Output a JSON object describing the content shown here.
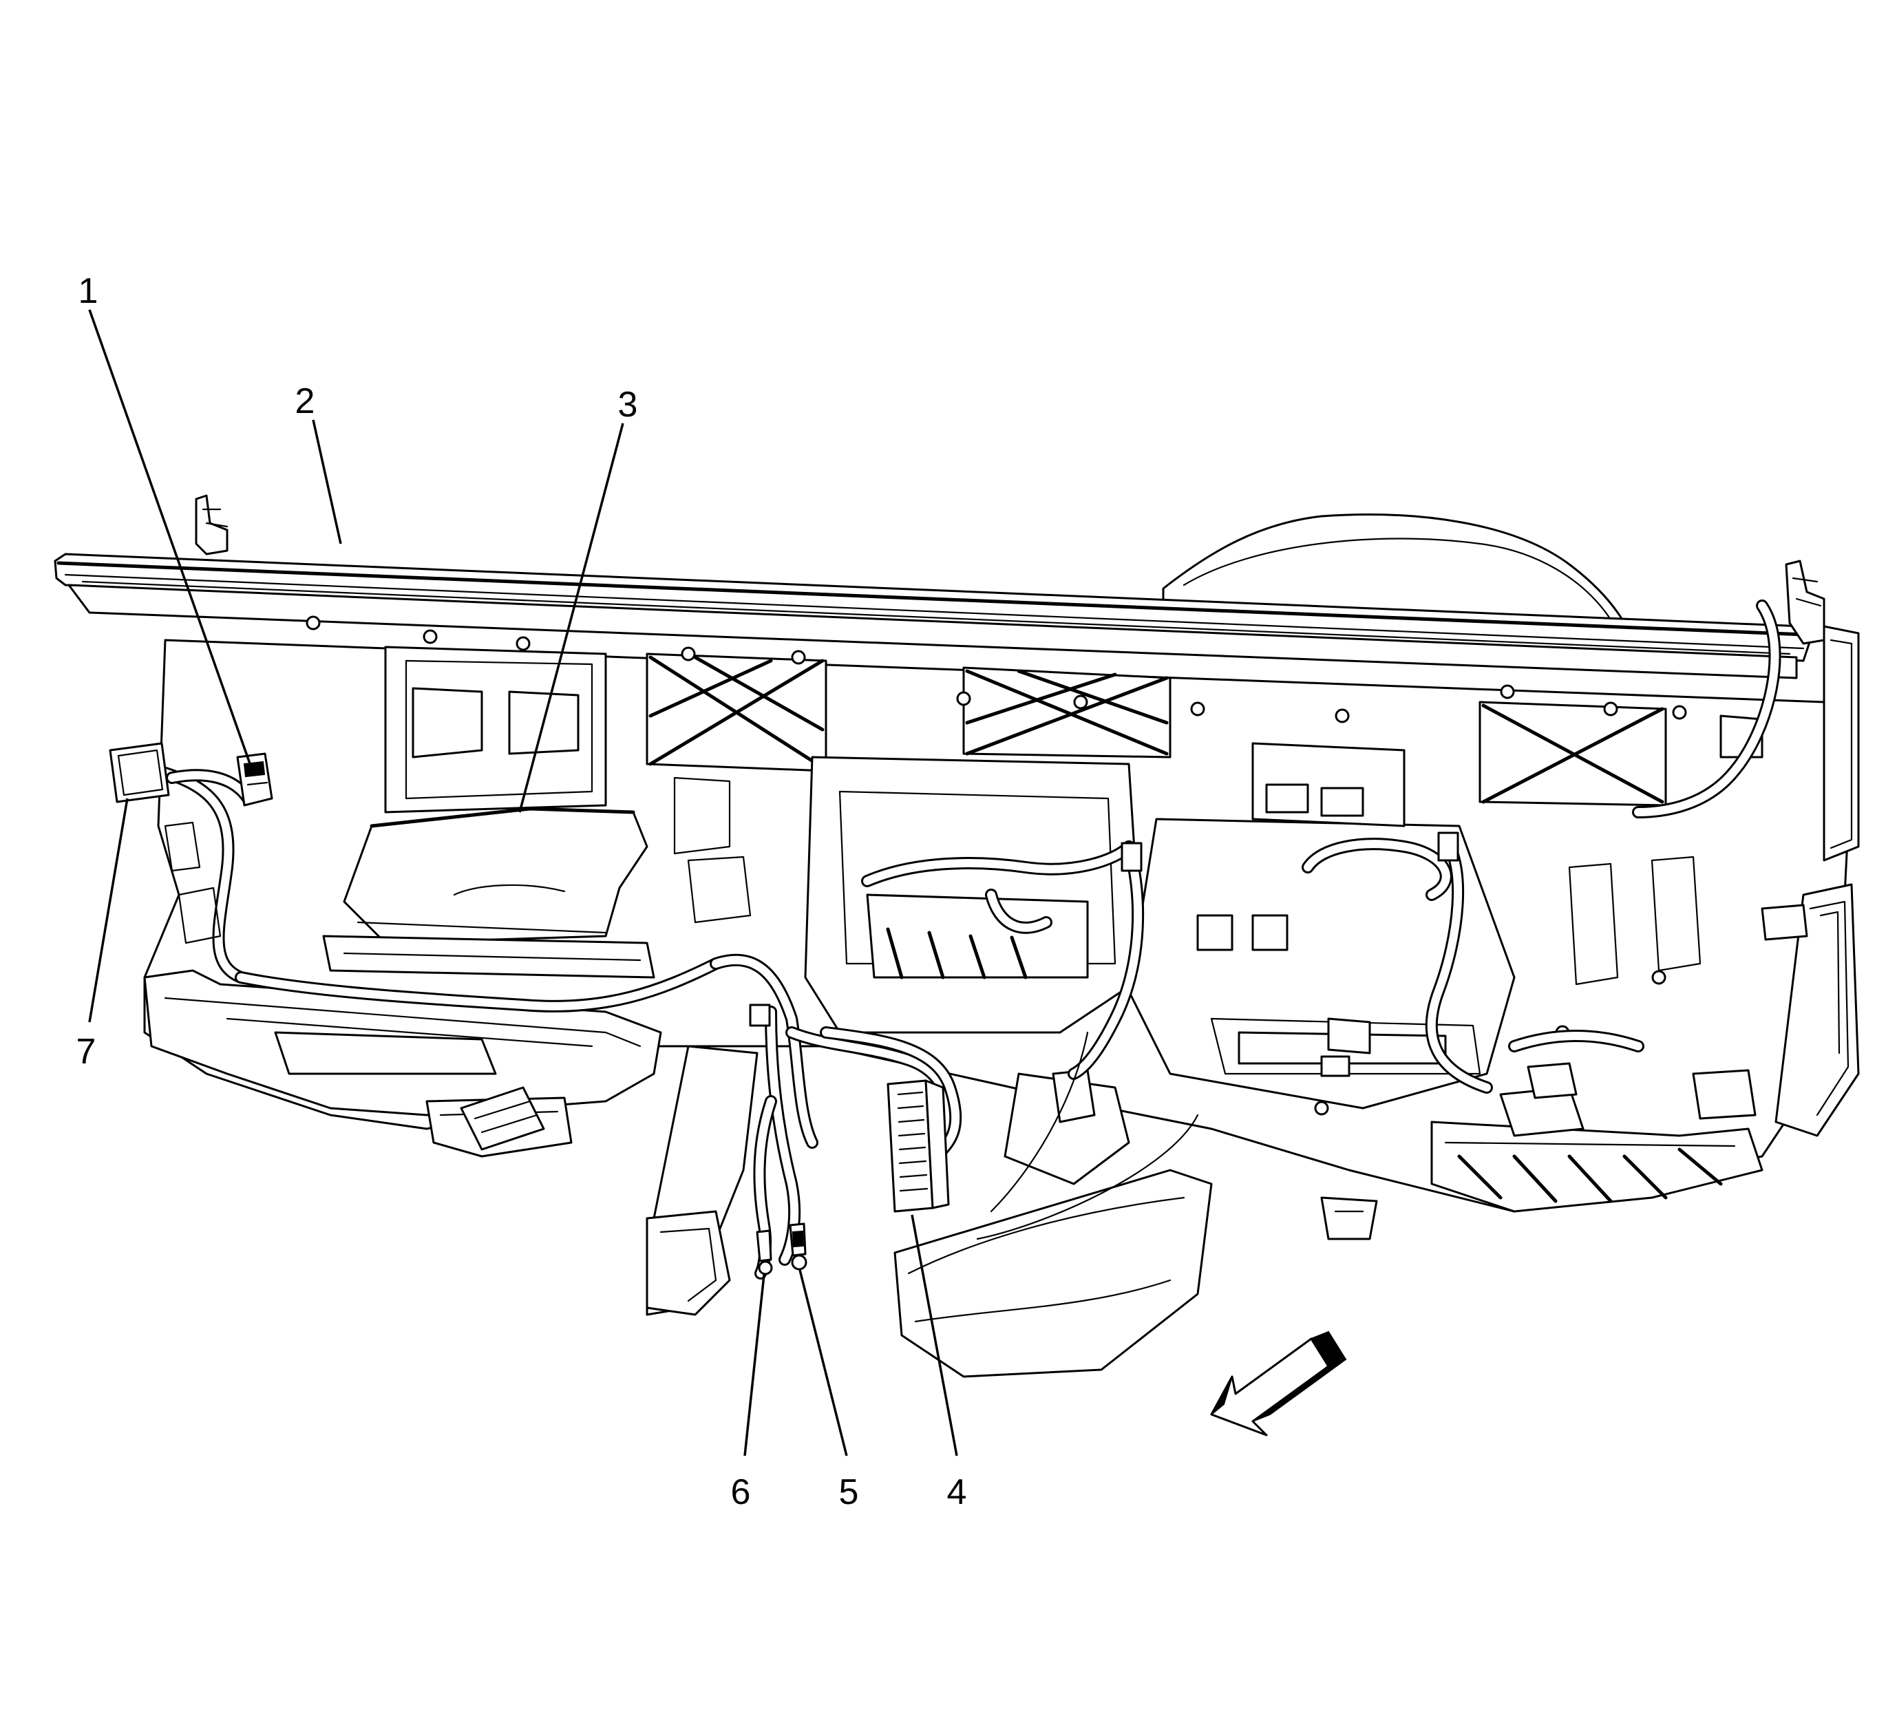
{
  "diagram": {
    "callouts": [
      {
        "id": "1",
        "label": "1"
      },
      {
        "id": "2",
        "label": "2"
      },
      {
        "id": "3",
        "label": "3"
      },
      {
        "id": "4",
        "label": "4"
      },
      {
        "id": "5",
        "label": "5"
      },
      {
        "id": "6",
        "label": "6"
      },
      {
        "id": "7",
        "label": "7"
      }
    ],
    "colors": {
      "line": "#000000",
      "background": "#ffffff"
    },
    "icons": [
      "direction-arrow-icon"
    ]
  }
}
